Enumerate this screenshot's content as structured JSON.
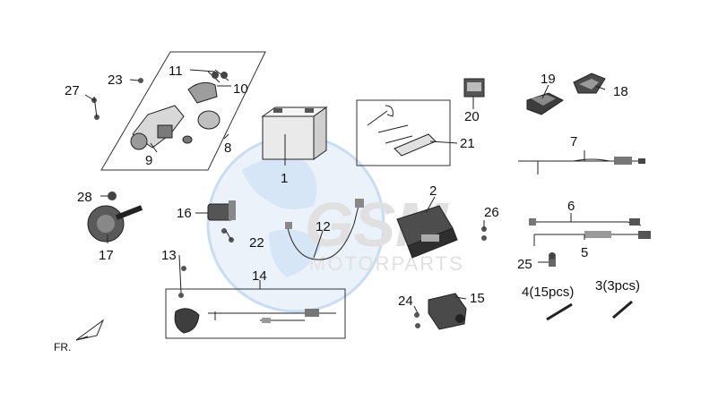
{
  "watermark": {
    "brand": "GSM",
    "sub": "MOTORPARTS"
  },
  "direction_label": "FR.",
  "callouts": {
    "c1": "1",
    "c2": "2",
    "c3": "3(3pcs)",
    "c4": "4(15pcs)",
    "c5": "5",
    "c6": "6",
    "c7": "7",
    "c8": "8",
    "c9": "9",
    "c10": "10",
    "c11": "11",
    "c12": "12",
    "c13": "13",
    "c14": "14",
    "c15": "15",
    "c16": "16",
    "c17": "17",
    "c18": "18",
    "c19": "19",
    "c20": "20",
    "c21": "21",
    "c22": "22",
    "c23": "23",
    "c24": "24",
    "c25": "25",
    "c26": "26",
    "c27": "27",
    "c28": "28"
  },
  "colors": {
    "line": "#222222",
    "part_fill": "#e6e6e6",
    "part_dark": "#6e6e6e",
    "watermark_blue": "#8fb8e6",
    "watermark_grey": "#c7c7c7"
  }
}
